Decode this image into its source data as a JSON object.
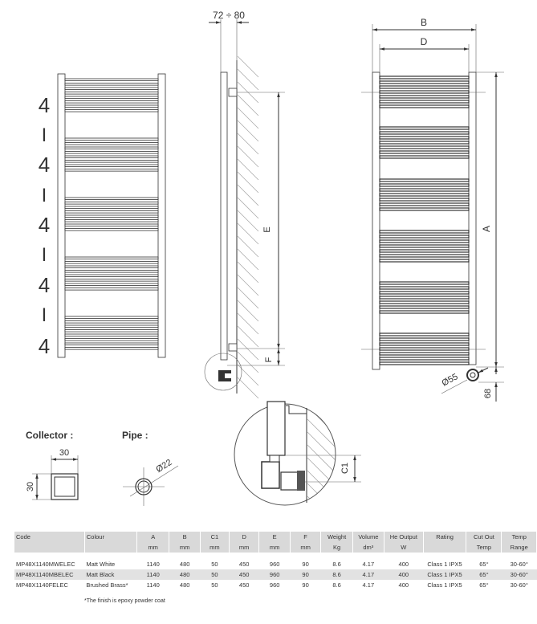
{
  "front_view": {
    "pattern": [
      "4",
      "I",
      "4",
      "I",
      "4",
      "I",
      "4",
      "I",
      "4"
    ]
  },
  "side_view": {
    "depth_label": "72 ÷ 80",
    "e_label": "E",
    "f_label": "F"
  },
  "rear_view": {
    "b_label": "B",
    "d_label": "D",
    "a_label": "A",
    "valve_label": "Ø55",
    "offset_label": "68"
  },
  "collector": {
    "title": "Collector :",
    "width": "30",
    "height": "30"
  },
  "pipe": {
    "title": "Pipe :",
    "diameter": "Ø22"
  },
  "detail": {
    "c1_label": "C1"
  },
  "table": {
    "headers": [
      "Code",
      "Colour",
      "A",
      "B",
      "C1",
      "D",
      "E",
      "F",
      "Weight",
      "Volume",
      "He Output",
      "Rating",
      "Cut Out",
      "Temp"
    ],
    "units": [
      "",
      "",
      "mm",
      "mm",
      "mm",
      "mm",
      "mm",
      "mm",
      "Kg",
      "dm³",
      "W",
      "",
      "Temp",
      "Range"
    ],
    "rows": [
      [
        "MP48X1140MWELEC",
        "Matt White",
        "1140",
        "480",
        "50",
        "450",
        "960",
        "90",
        "8.6",
        "4.17",
        "400",
        "Class 1 IPX5",
        "65°",
        "30-60°"
      ],
      [
        "MP48X1140MBELEC",
        "Matt Black",
        "1140",
        "480",
        "50",
        "450",
        "960",
        "90",
        "8.6",
        "4.17",
        "400",
        "Class 1 IPX5",
        "65°",
        "30-60°"
      ],
      [
        "MP48X1140FELEC",
        "Brushed Brass*",
        "1140",
        "480",
        "50",
        "450",
        "960",
        "90",
        "8.6",
        "4.17",
        "400",
        "Class 1 IPX5",
        "65°",
        "30-60°"
      ]
    ],
    "footnote": "*The finish is epoxy powder coat"
  }
}
